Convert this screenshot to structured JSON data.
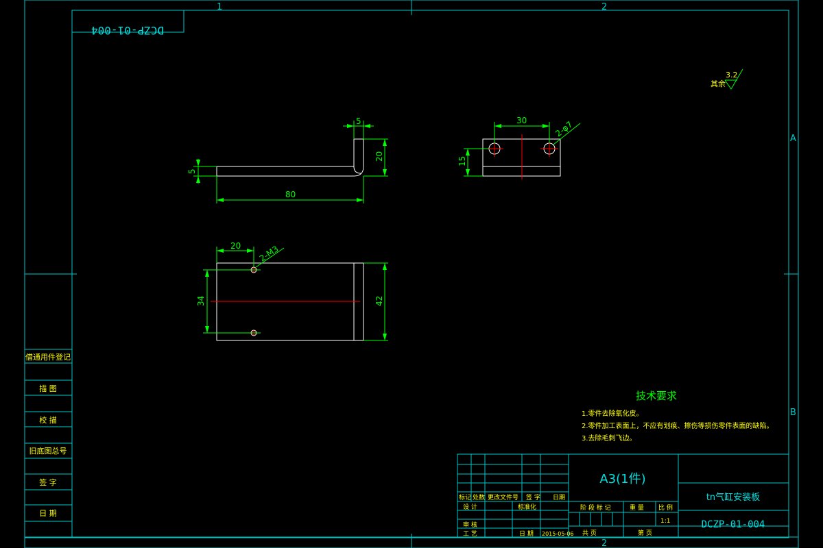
{
  "colors": {
    "background": "#000000",
    "frame_cyan": "#00c8c8",
    "geometry_white": "#ffffff",
    "dimension_green": "#00ff00",
    "center_red": "#ff0000",
    "text_green": "#00ff00",
    "note_yellow": "#ffff00",
    "title_cyan": "#00e0e0"
  },
  "zones": {
    "top": [
      "1",
      "2"
    ],
    "bottom": [
      "2"
    ],
    "right": [
      "A",
      "B"
    ]
  },
  "drawing_code_mirrored": "DCZP-01-004",
  "views": {
    "front": {
      "dims": {
        "thickness_left": "5",
        "width_top": "5",
        "height": "20",
        "length": "80"
      }
    },
    "side": {
      "dims": {
        "hole_spacing": "30",
        "holes": "2-φ7",
        "height": "15"
      }
    },
    "top": {
      "dims": {
        "offset": "20",
        "thread": "2-M3",
        "hole_spacing": "34",
        "width": "42"
      }
    }
  },
  "roughness": {
    "label": "其余",
    "value": "3.2"
  },
  "tech_requirements": {
    "title": "技术要求",
    "items": [
      "1.零件去除氧化皮。",
      "2.零件加工表面上，不应有划痕、擦伤等损伤零件表面的缺陷。",
      "3.去除毛刺飞边。"
    ]
  },
  "left_column": [
    "借通用件登记",
    "描 图",
    "校 描",
    "旧底图总号",
    "签 字",
    "日 期"
  ],
  "title_block": {
    "material": "A3(1件)",
    "part_name": "tn气缸安装板",
    "drawing_no": "DCZP-01-004",
    "revision_headers": [
      "标记",
      "处数",
      "更改文件号",
      "签 字",
      "日期"
    ],
    "design": "设 计",
    "standardize": "标准化",
    "review": "审 核",
    "process": "工 艺",
    "date_label": "日 期",
    "date_value": "2015-05-06",
    "stage_mark": "阶 段 标 记",
    "weight": "重 量",
    "scale_label": "比 例",
    "scale_value": "1:1",
    "total_sheets": "共   页",
    "sheet_no": "第   页"
  }
}
